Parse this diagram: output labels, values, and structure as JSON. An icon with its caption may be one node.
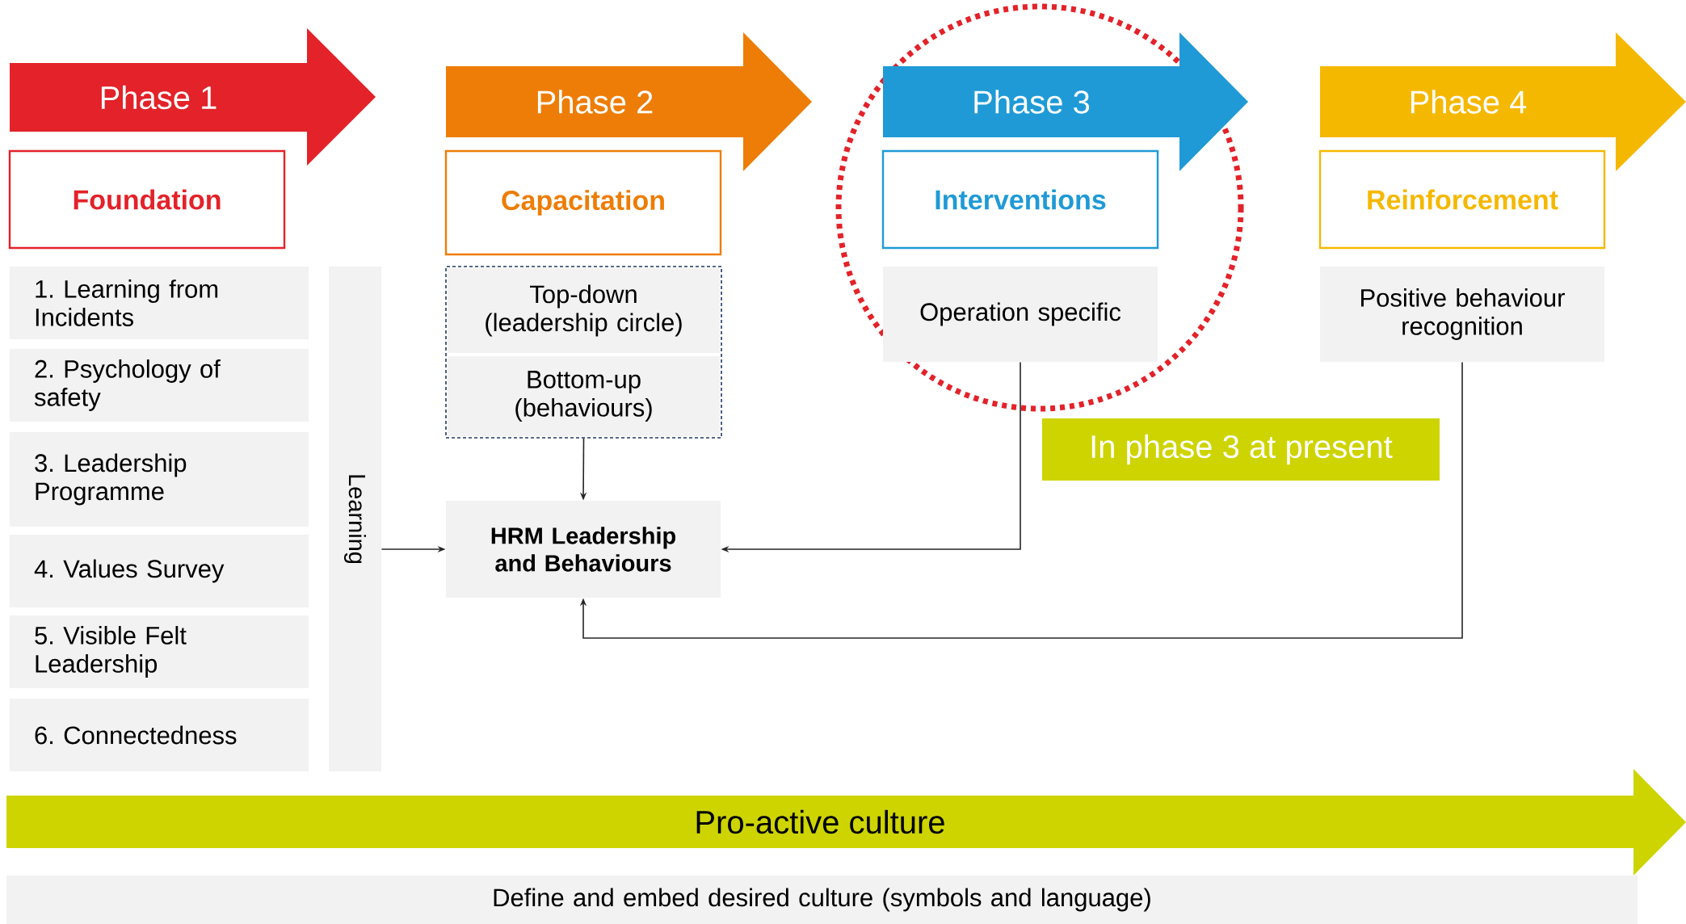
{
  "diagram": {
    "nodes": [
      {
        "text": [
          "Phase 1"
        ]
      },
      {
        "text": [
          "Phase 2"
        ]
      },
      {
        "text": [
          "Phase 3"
        ]
      },
      {
        "text": [
          "Phase 4"
        ]
      },
      {
        "text": [
          "Foundation"
        ]
      },
      {
        "text": [
          "Capacitation"
        ]
      },
      {
        "text": [
          "Interventions"
        ]
      },
      {
        "text": [
          "Reinforcement"
        ]
      },
      {
        "text": [
          "1. Learning from Incidents"
        ]
      },
      {
        "text": [
          "2. Psychology of safety"
        ]
      },
      {
        "text": [
          "3. Leadership Programme"
        ]
      },
      {
        "text": [
          "4. Values Survey"
        ]
      },
      {
        "text": [
          "5. Visible Felt Leadership"
        ]
      },
      {
        "text": [
          "6. Connectedness"
        ]
      },
      {
        "text": [
          "Learning"
        ]
      },
      {
        "text": [],
        "shape": "box"
      },
      {
        "text": [
          "Top-down (leadership circle)"
        ],
        "in": 15
      },
      {
        "text": [
          "Bottom-up (behaviours)"
        ],
        "in": 15
      },
      {
        "text": [
          "Operation specific"
        ]
      },
      {
        "text": [
          "Positive behaviour recognition"
        ]
      },
      {
        "text": [
          "In phase 3 at present"
        ]
      },
      {
        "text": [
          "HRM Leadership and Behaviours"
        ]
      },
      {
        "text": [
          "Pro-active culture"
        ]
      },
      {
        "text": [
          "Define and embed desired culture (symbols and language)"
        ]
      }
    ],
    "edges": [
      {
        "from": 14,
        "to": 21,
        "arrow": "to"
      },
      {
        "from": 15,
        "to": 21,
        "arrow": "to"
      },
      {
        "from": 18,
        "to": 21,
        "arrow": "to"
      },
      {
        "from": 19,
        "to": 21,
        "arrow": "to"
      }
    ]
  }
}
